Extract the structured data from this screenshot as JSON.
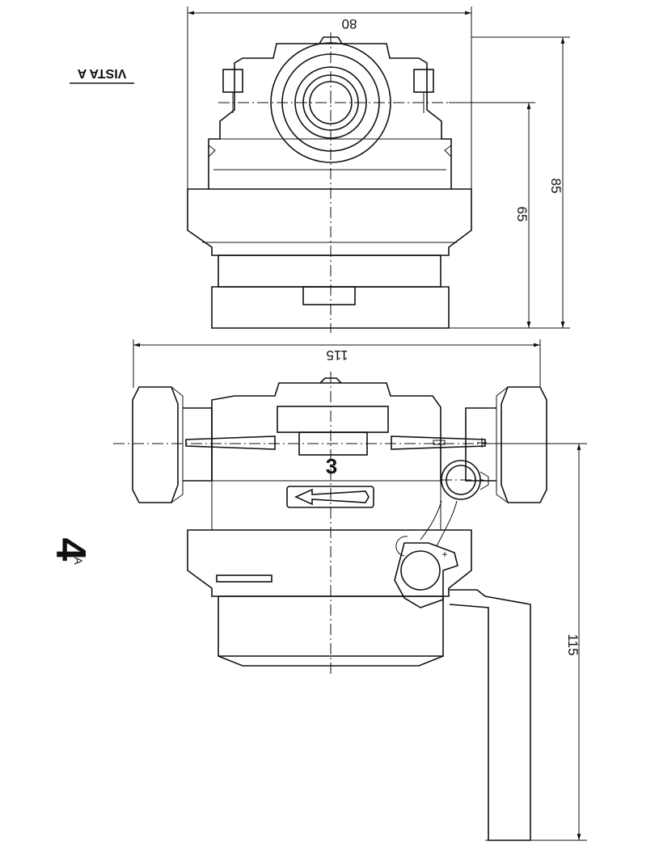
{
  "view_title": "VISTA A",
  "figure_label": "4",
  "figure_sub": "A",
  "part_number": "3",
  "dimensions": {
    "top_width": "80",
    "top_height_total": "85",
    "top_height_axis": "65",
    "front_width": "115",
    "front_height": "115"
  },
  "colors": {
    "line": "#111111",
    "background": "#ffffff"
  }
}
